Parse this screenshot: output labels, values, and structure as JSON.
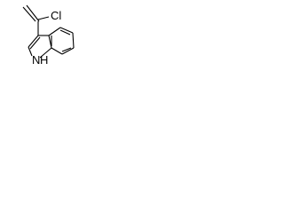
{
  "structure": {
    "atoms": {
      "chlorine": "Cl",
      "nitrogen": "N",
      "hydrogen": "H"
    },
    "bond_color": "#000000"
  }
}
